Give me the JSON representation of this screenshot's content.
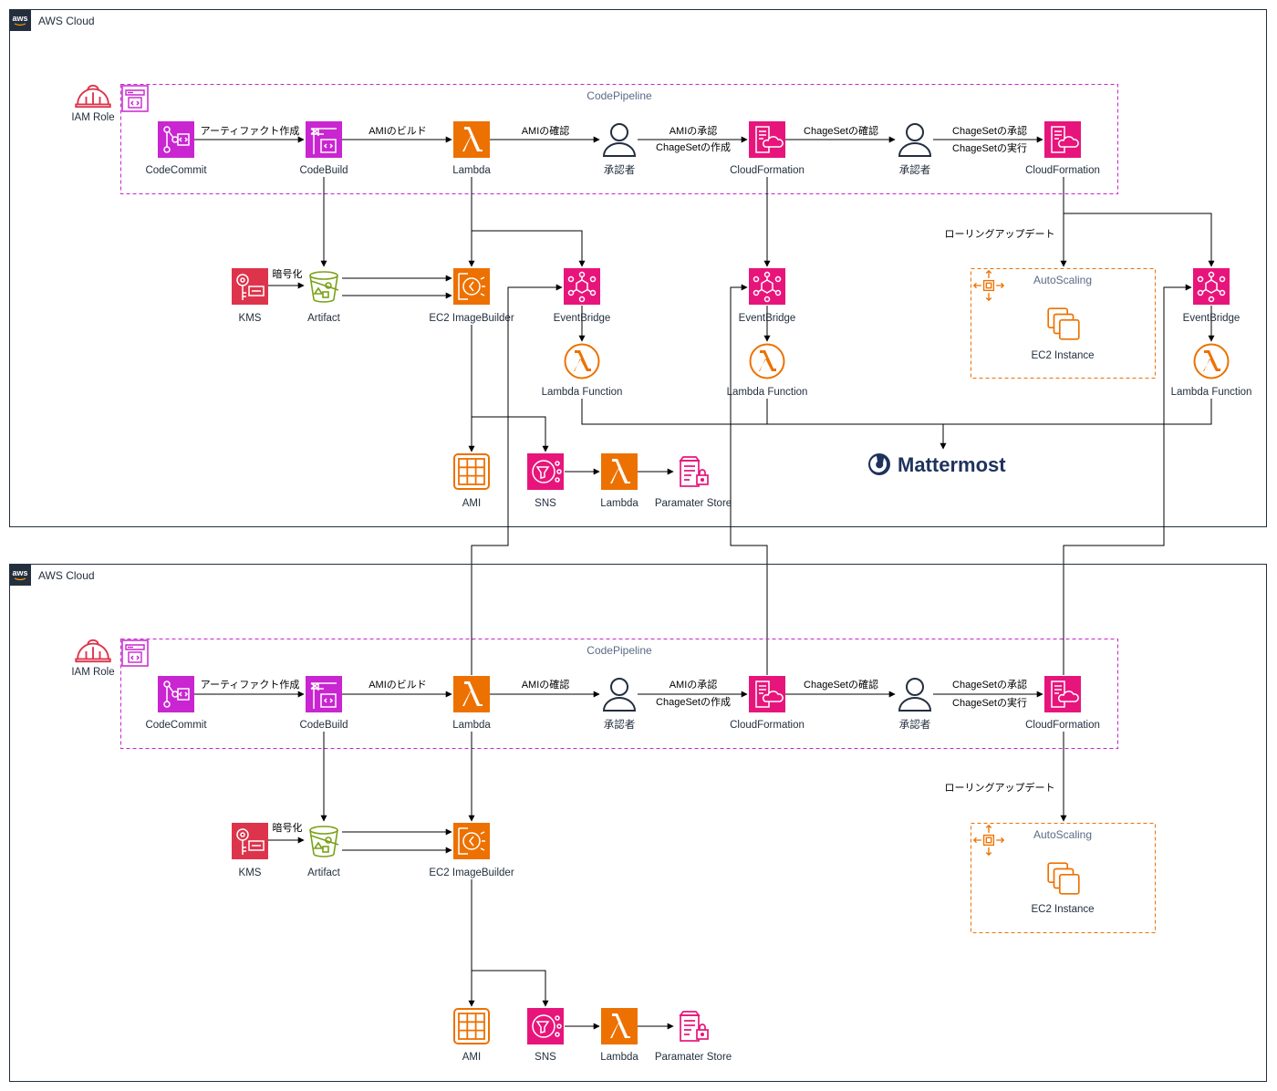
{
  "colors": {
    "management": "#E7157B",
    "developer": "#C925D1",
    "compute": "#ED7100",
    "storage": "#7AA116",
    "security": "#DD344C",
    "iam": "#DD344C",
    "cloud_border": "#232F3E",
    "pipeline_border": "#C925D1",
    "asg_border": "#ED7100",
    "mattermost": "#1E325C"
  },
  "panels": [
    {
      "cloud_label": "AWS Cloud",
      "pipeline_label": "CodePipeline",
      "iam_label": "IAM Role",
      "nodes": {
        "codecommit": "CodeCommit",
        "codebuild": "CodeBuild",
        "lambda_check": "Lambda",
        "approver1": "承認者",
        "cloudformation1": "CloudFormation",
        "approver2": "承認者",
        "cloudformation2": "CloudFormation",
        "kms": "KMS",
        "artifact": "Artifact",
        "imagebuilder": "EC2 ImageBuilder",
        "ami": "AMI",
        "sns": "SNS",
        "lambda_ps": "Lambda",
        "parameter_store": "Paramater Store",
        "asg": "AutoScaling",
        "ec2": "EC2 Instance"
      },
      "edges": {
        "artifact_create": "アーティファクト作成",
        "ami_build": "AMIのビルド",
        "ami_check": "AMIの確認",
        "ami_approve": "AMIの承認",
        "changeset_create": "ChageSetの作成",
        "changeset_check": "ChageSetの確認",
        "changeset_approve": "ChageSetの承認",
        "changeset_execute": "ChageSetの実行",
        "encrypt": "暗号化",
        "rolling_update": "ローリングアップデート"
      }
    },
    {
      "cloud_label": "AWS Cloud",
      "pipeline_label": "CodePipeline",
      "iam_label": "IAM Role",
      "nodes": {
        "codecommit": "CodeCommit",
        "codebuild": "CodeBuild",
        "lambda_check": "Lambda",
        "approver1": "承認者",
        "cloudformation1": "CloudFormation",
        "approver2": "承認者",
        "cloudformation2": "CloudFormation",
        "kms": "KMS",
        "artifact": "Artifact",
        "imagebuilder": "EC2 ImageBuilder",
        "ami": "AMI",
        "sns": "SNS",
        "lambda_ps": "Lambda",
        "parameter_store": "Paramater Store",
        "asg": "AutoScaling",
        "ec2": "EC2 Instance"
      },
      "edges": {
        "artifact_create": "アーティファクト作成",
        "ami_build": "AMIのビルド",
        "ami_check": "AMIの確認",
        "ami_approve": "AMIの承認",
        "changeset_create": "ChageSetの作成",
        "changeset_check": "ChageSetの確認",
        "changeset_approve": "ChageSetの承認",
        "changeset_execute": "ChageSetの実行",
        "encrypt": "暗号化",
        "rolling_update": "ローリングアップデート"
      }
    }
  ],
  "events": {
    "eventbridge": "EventBridge",
    "lambda_function": "Lambda Function"
  },
  "mattermost": {
    "label": "Mattermost",
    "icon": "mattermost-logo"
  }
}
